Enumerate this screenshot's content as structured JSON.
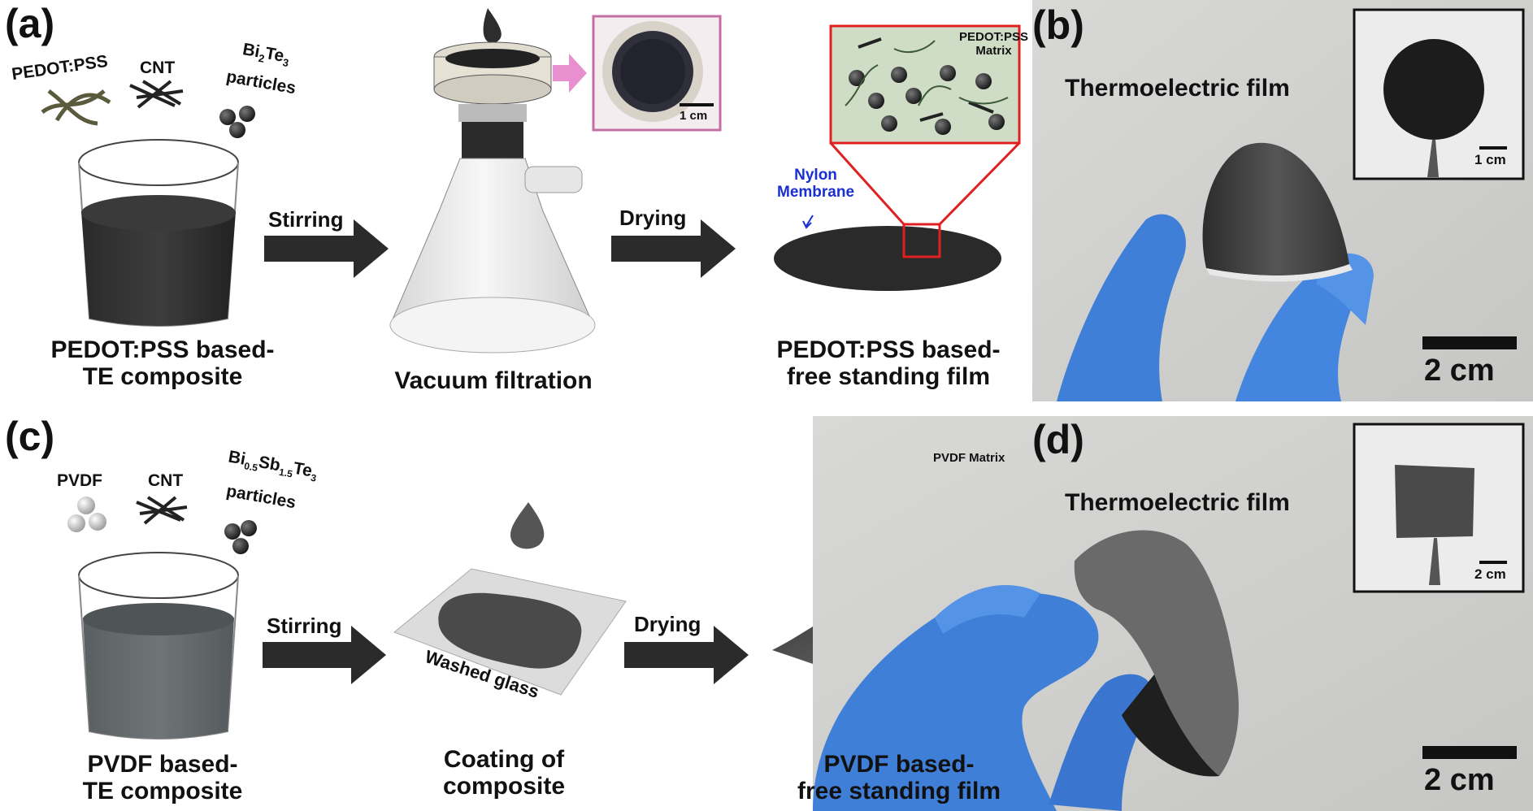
{
  "panels": {
    "a": {
      "letter": "(a)",
      "ingredients": {
        "pedot": "PEDOT:PSS",
        "cnt": "CNT",
        "bite_base1": "Bi",
        "bite_sub1": "2",
        "bite_base2": "Te",
        "bite_sub2": "3",
        "particles": "particles"
      },
      "step1_arrow": "Stirring",
      "step2_arrow": "Drying",
      "beaker_caption_line1": "PEDOT:PSS based-",
      "beaker_caption_line2": "TE composite",
      "filtration_caption": "Vacuum filtration",
      "photo_scale": "1 cm",
      "membrane_label_line1": "Nylon",
      "membrane_label_line2": "Membrane",
      "matrix_label_line1": "PEDOT:PSS",
      "matrix_label_line2": "Matrix",
      "film_caption_line1": "PEDOT:PSS based-",
      "film_caption_line2": "free standing film"
    },
    "b": {
      "letter": "(b)",
      "photo_label": "Thermoelectric film",
      "inset_scale": "1 cm",
      "scale": "2 cm"
    },
    "c": {
      "letter": "(c)",
      "ingredients": {
        "pvdf": "PVDF",
        "cnt": "CNT",
        "bst_base1": "Bi",
        "bst_sub1": "0.5",
        "bst_base2": "Sb",
        "bst_sub2": "1.5",
        "bst_base3": "Te",
        "bst_sub3": "3",
        "particles": "particles"
      },
      "step1_arrow": "Stirring",
      "step2_arrow": "Drying",
      "beaker_caption_line1": "PVDF based-",
      "beaker_caption_line2": "TE composite",
      "glass_label": "Washed glass",
      "coating_caption_line1": "Coating of",
      "coating_caption_line2": "composite",
      "matrix_label": "PVDF Matrix",
      "film_caption_line1": "PVDF based-",
      "film_caption_line2": "free standing film"
    },
    "d": {
      "letter": "(d)",
      "photo_label": "Thermoelectric film",
      "inset_scale": "2 cm",
      "scale": "2 cm"
    }
  },
  "colors": {
    "arrow": "#2b2b2b",
    "zoom_box": "#e02020",
    "matrix_green": "#cfdcc6",
    "matrix_gray": "#d4d4d4",
    "glove_blue": "#3f7fd8",
    "membrane_label": "#1a2fd0",
    "pink_arrow": "#e88fd0"
  }
}
